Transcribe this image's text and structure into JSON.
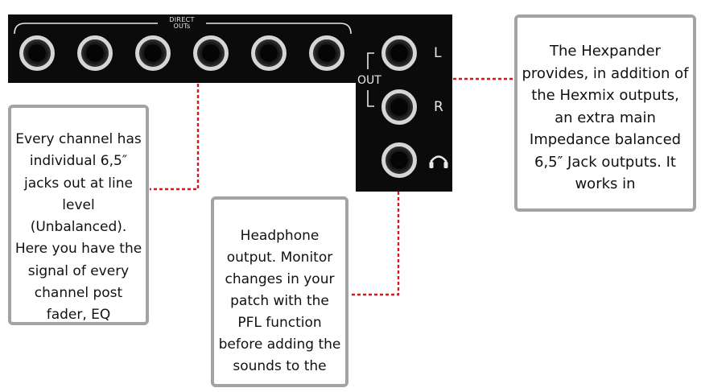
{
  "panel": {
    "direct_label_line1": "DIRECT",
    "direct_label_line2": "OUTs",
    "out_label": "OUT",
    "left_label": "L",
    "right_label": "R",
    "jack_count": 9
  },
  "callouts": {
    "channel_text": "Every channel has individual 6,5″ jacks out at line level (Unbalanced). Here you have the signal of every channel post fader, EQ",
    "headphone_text": "Headphone output. Monitor changes in your patch with the PFL function before adding the sounds to the",
    "hexpander_text": "The Hexpander provides, in addition of the Hexmix outputs, an extra main Impedance balanced 6,5″ Jack outputs. It works in"
  },
  "colors": {
    "panel": "#0b0b0b",
    "connector": "#d81818",
    "callout_border": "#a3a3a3"
  },
  "icons": {
    "headphone": "headphone-icon"
  }
}
